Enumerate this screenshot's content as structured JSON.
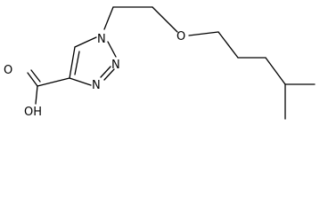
{
  "molecule": {
    "atom_labels": {
      "n1": "N",
      "n2": "N",
      "n3": "N",
      "o_ether": "O",
      "o_carbonyl": "O",
      "oh": "OH"
    },
    "bond_color": "#000000",
    "background": "#ffffff"
  }
}
